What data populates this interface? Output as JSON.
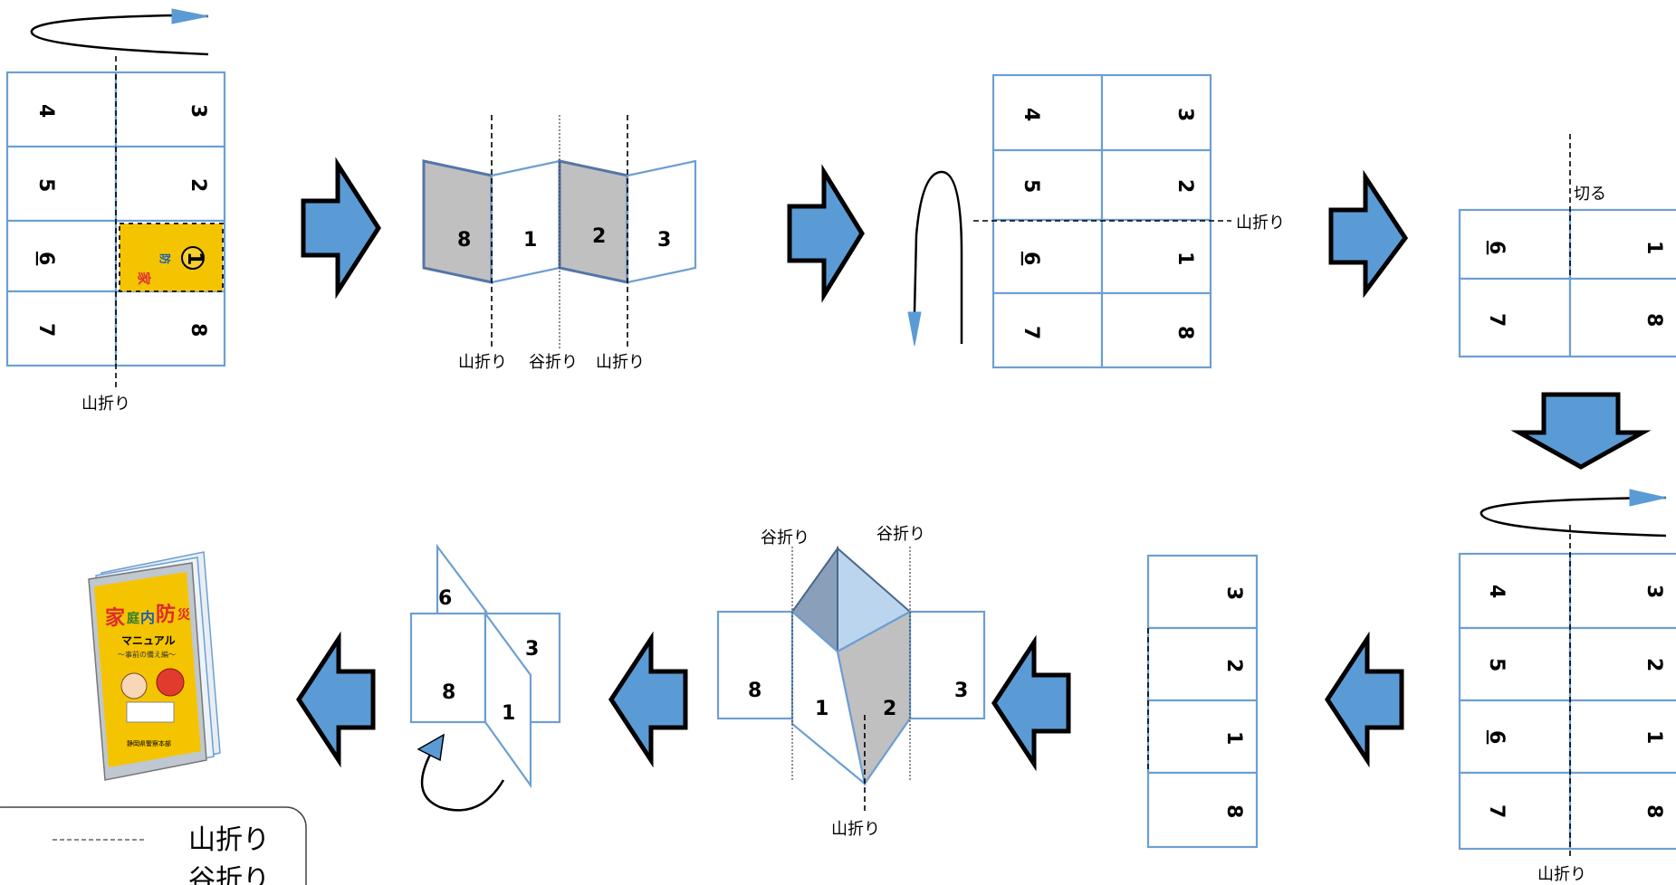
{
  "labels": {
    "mountain_fold": "山折り",
    "valley_fold": "谷折り",
    "cut": "切る"
  },
  "cover": {
    "title_a": "家",
    "title_b": "庭",
    "title_c": "内",
    "title_d": "防",
    "title_e": "災",
    "subtitle": "マニュアル",
    "sub2": "〜事前の備え編〜",
    "publisher": "静岡県警察本部"
  },
  "panels": {
    "n1": "1",
    "n2": "2",
    "n3": "3",
    "n4": "4",
    "n5": "5",
    "n6": "6",
    "n7": "7",
    "n8": "8"
  },
  "legend": {
    "mountain": "山折り",
    "valley": "谷折り"
  },
  "colors": {
    "arrow": "#5b9bd5",
    "panel_border": "#6d9fd2",
    "grey_panel": "#c0c0c0",
    "cover_yellow": "#f5c400"
  }
}
